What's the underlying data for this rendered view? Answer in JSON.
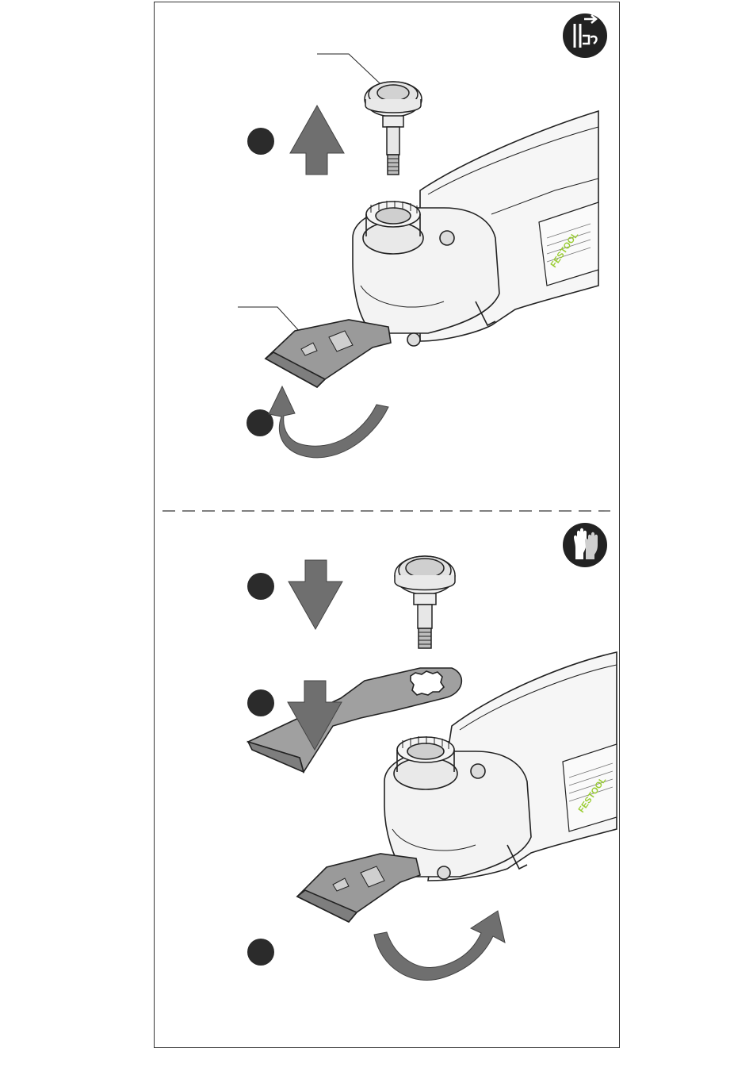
{
  "document": {
    "upper_panel": {
      "safety_icon": "unplug-before-servicing-icon",
      "steps": [
        "step-marker",
        "step-marker"
      ],
      "arrows": [
        "up-arrow-icon",
        "curved-arrow-icon"
      ]
    },
    "lower_panel": {
      "safety_icon": "wear-gloves-icon",
      "steps": [
        "step-marker",
        "step-marker",
        "step-marker"
      ],
      "arrows": [
        "down-arrow-icon",
        "down-arrow-icon",
        "curved-arrow-icon"
      ]
    },
    "tool_label": {
      "brand": "FESTOOL"
    },
    "colors": {
      "arrow_fill": "#6f6f6f",
      "marker_fill": "#2b2b2b",
      "line": "#222222",
      "brand_green": "#9ACD32"
    }
  }
}
